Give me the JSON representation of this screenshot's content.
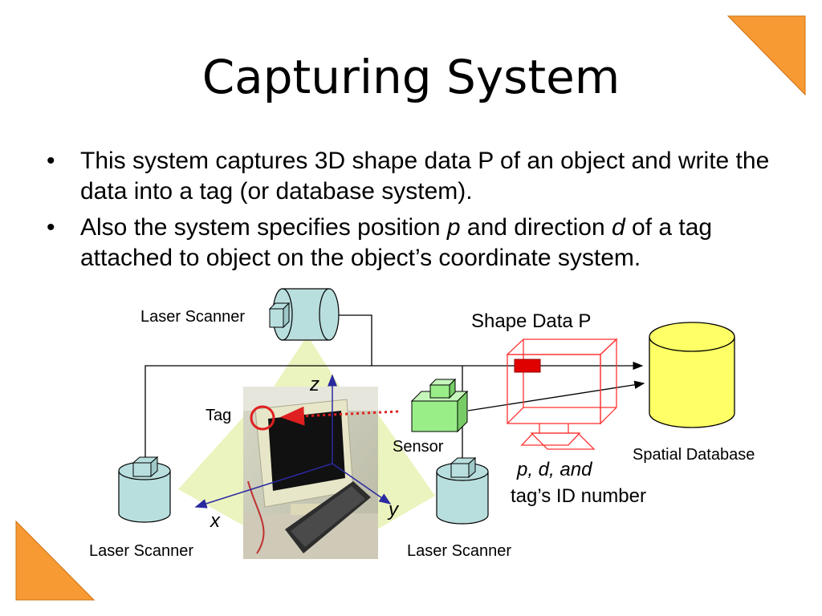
{
  "title": "Capturing System",
  "bullets": [
    {
      "prefix": "This system captures 3D shape data P of an object and write the data into a tag (or database system)."
    },
    {
      "prefix": "Also the system specifies position ",
      "var1": "p",
      "middle": " and direction ",
      "var2": "d",
      "suffix": " of a tag attached to object on the object’s coordinate system."
    }
  ],
  "bullet_glyph": "•",
  "diagram": {
    "scanner_top_label": "Laser Scanner",
    "scanner_left_label": "Laser Scanner",
    "scanner_right_label": "Laser Scanner",
    "tag_label": "Tag",
    "sensor_label": "Sensor",
    "shape_data_label": "Shape Data P",
    "database_label": "Spatial Database",
    "params_label": "p, d, and",
    "id_label": "tag’s ID number",
    "axis_x": "x",
    "axis_y": "y",
    "axis_z": "z"
  },
  "colors": {
    "accent_orange": "#F79A34",
    "scanner_fill": "#B9DEDE",
    "sensor_green": "#99EE88",
    "database_yellow": "#FFFF66",
    "wireframe_red": "#FF3333",
    "tag_circle": "#E02020",
    "laser_cone": "#E4F0A8",
    "axis_blue": "#2A2AA0"
  }
}
